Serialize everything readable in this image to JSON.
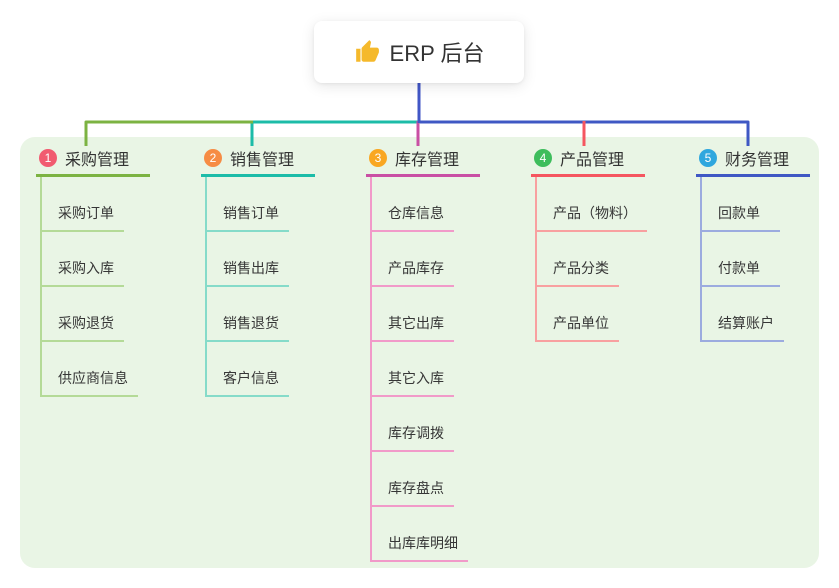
{
  "root": {
    "title": "ERP 后台",
    "icon": "thumbs-up-icon",
    "icon_color": "#f5b92b",
    "line_color": "#4156C6",
    "box_background": "#ffffff"
  },
  "panel": {
    "background": "#e9f5e5"
  },
  "branches": [
    {
      "num": "1",
      "label": "采购管理",
      "badge_color": "#F15B70",
      "line_color": "#7CB342",
      "child_line_color": "#B4DA97",
      "items": [
        "采购订单",
        "采购入库",
        "采购退货",
        "供应商信息"
      ]
    },
    {
      "num": "2",
      "label": "销售管理",
      "badge_color": "#F68C44",
      "line_color": "#1CBCA8",
      "child_line_color": "#85DBC9",
      "items": [
        "销售订单",
        "销售出库",
        "销售退货",
        "客户信息"
      ]
    },
    {
      "num": "3",
      "label": "库存管理",
      "badge_color": "#F9A722",
      "line_color": "#C94FA4",
      "child_line_color": "#F19AC9",
      "items": [
        "仓库信息",
        "产品库存",
        "其它出库",
        "其它入库",
        "库存调拨",
        "库存盘点",
        "出库库明细"
      ]
    },
    {
      "num": "4",
      "label": "产品管理",
      "badge_color": "#3EBD5C",
      "line_color": "#F55660",
      "child_line_color": "#F8A0A0",
      "items": [
        "产品（物料）",
        "产品分类",
        "产品单位"
      ]
    },
    {
      "num": "5",
      "label": "财务管理",
      "badge_color": "#2FA7DE",
      "line_color": "#3F58C4",
      "child_line_color": "#9CABDF",
      "items": [
        "回款单",
        "付款单",
        "结算账户"
      ]
    }
  ]
}
